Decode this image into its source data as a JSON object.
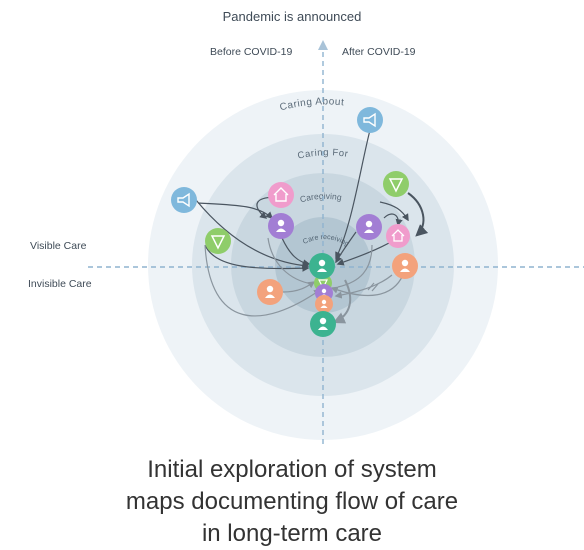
{
  "axis": {
    "top_label": "Pandemic is announced",
    "before": "Before COVID-19",
    "after": "After COVID-19",
    "visible": "Visible Care",
    "invisible": "Invisible Care"
  },
  "rings": [
    {
      "label": "Caring About",
      "color": "#eef3f7"
    },
    {
      "label": "Caring For",
      "color": "#dbe5ec"
    },
    {
      "label": "Caregiving",
      "color": "#c9d7e0"
    },
    {
      "label": "Care receiving",
      "color": "#b3c6d2"
    }
  ],
  "node_colors": {
    "megaphone": "#7fb8dc",
    "home": "#f09ccc",
    "person_purple": "#a27ed4",
    "person_teal": "#3cb390",
    "person_orange": "#f3a27c",
    "shield_green": "#8fcd6a"
  },
  "caption": {
    "line1": "Initial exploration of system",
    "line2": "maps documenting flow of care",
    "line3": "in long-term care"
  }
}
